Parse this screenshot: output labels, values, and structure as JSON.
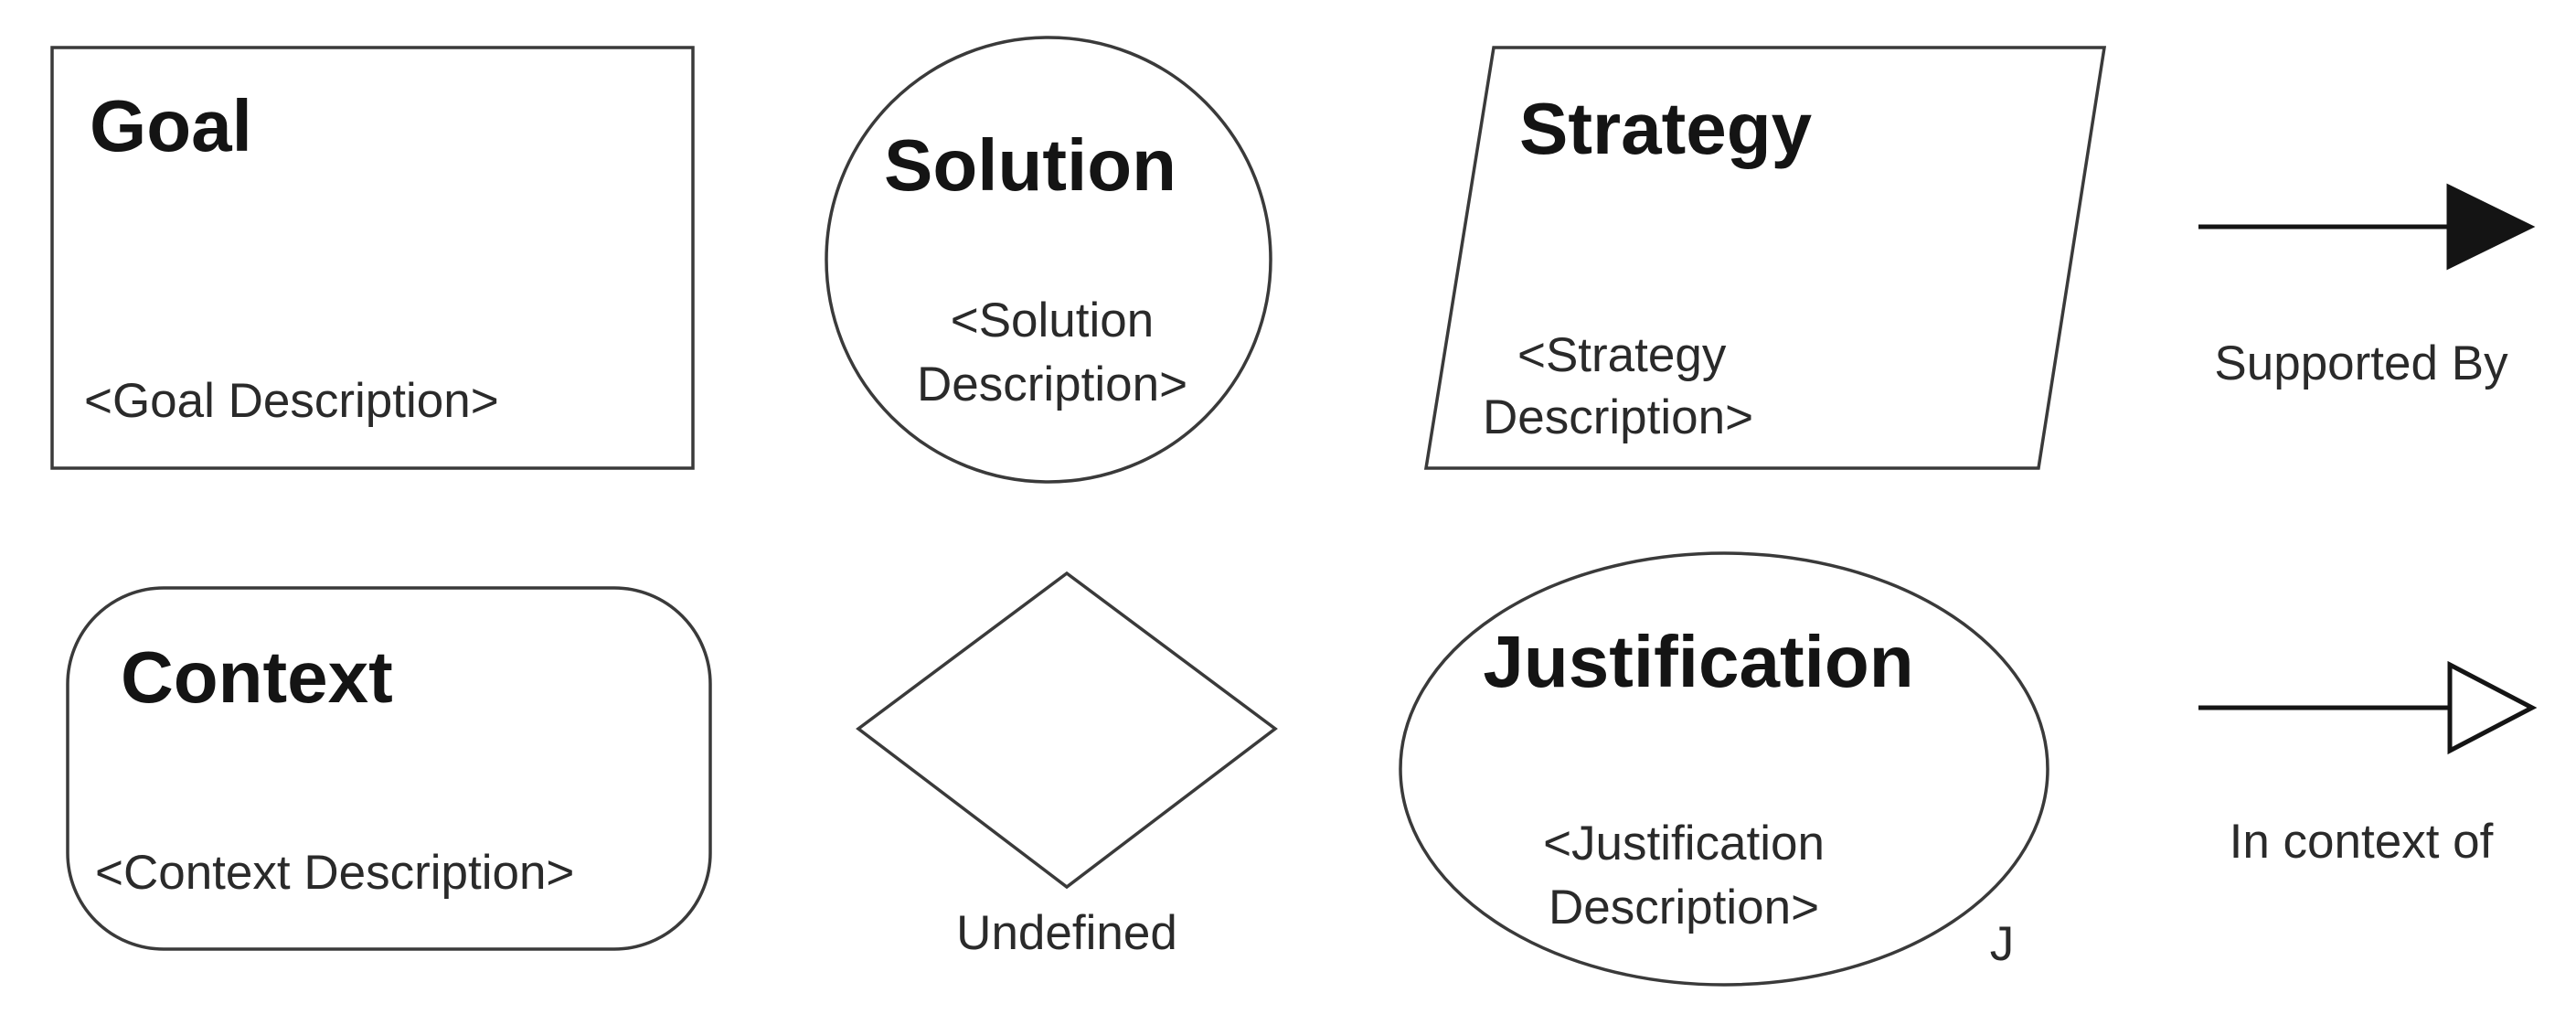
{
  "goal": {
    "title": "Goal",
    "description": "<Goal Description>"
  },
  "solution": {
    "title": "Solution",
    "description_line1": "<Solution",
    "description_line2": "Description>"
  },
  "strategy": {
    "title": "Strategy",
    "description_line1": "<Strategy",
    "description_line2": "Description>"
  },
  "context": {
    "title": "Context",
    "description": "<Context Description>"
  },
  "undefined_element": {
    "label": "Undefined"
  },
  "justification": {
    "title": "Justification",
    "description_line1": "<Justification",
    "description_line2": "Description>",
    "marker": "J"
  },
  "supported_by": {
    "label": "Supported By"
  },
  "in_context_of": {
    "label": "In context of"
  }
}
